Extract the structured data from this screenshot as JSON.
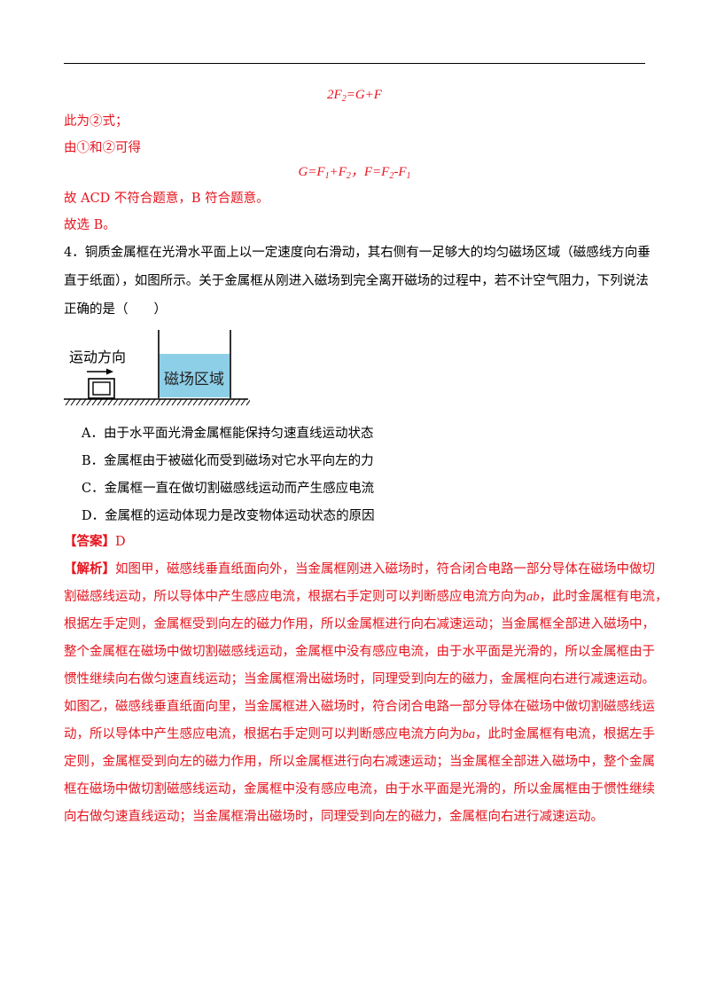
{
  "eq1": {
    "a": "2F",
    "s": "2",
    "b": "=G+F"
  },
  "l_eq2_label": "此为②式；",
  "l_from": "由①和②可得",
  "eq3": {
    "g": "G=F",
    "s1": "1",
    "p": "+F",
    "s2": "2",
    "sep": "，F=F",
    "s3": "2",
    "m": "-F",
    "s4": "1"
  },
  "l_acd": "故 ACD 不符合题意，B 符合题意。",
  "l_choose": "故选 B。",
  "question": {
    "line1": "4．铜质金属框在光滑水平面上以一定速度向右滑动，其右侧有一足够大的均匀磁场区域（磁感线方向垂",
    "line2": "直于纸面），如图所示。关于金属框从刚进入磁场到完全离开磁场的过程中，若不计空气阻力，下列说法",
    "line3": "正确的是（　　）"
  },
  "figure": {
    "motion_label": "运动方向",
    "field_label": "磁场区域",
    "field_color": "#8ecfe8"
  },
  "options": [
    "A．由于水平面光滑金属框能保持匀速直线运动状态",
    "B．金属框由于被磁化而受到磁场对它水平向左的力",
    "C．金属框一直在做切割磁感线运动而产生感应电流",
    "D．金属框的运动体现力是改变物体运动状态的原因"
  ],
  "answer": {
    "tag": "【答案】",
    "value": "D"
  },
  "analysis": {
    "tag": "【解析】",
    "l1": "如图甲，磁感线垂直纸面向外，当金属框刚进入磁场时，符合闭合电路一部分导体在磁场中做切",
    "l2a": "割磁感线运动，所以导体中产生感应电流，根据右手定则可以判断感应电流方向为",
    "l2v": "ab",
    "l2b": "，此时金属框有电流，",
    "l3": "根据左手定则，金属框受到向左的磁力作用，所以金属框进行向右减速运动；当金属框全部进入磁场中，",
    "l4": "整个金属框在磁场中做切割磁感线运动，金属框中没有感应电流，由于水平面是光滑的，所以金属框由于",
    "l5": "惯性继续向右做匀速直线运动；当金属框滑出磁场时，同理受到向左的磁力，金属框向右进行减速运动。",
    "l6": "如图乙，磁感线垂直纸面向里，当金属框进入磁场时，符合闭合电路一部分导体在磁场中做切割磁感线运",
    "l7a": "动，所以导体中产生感应电流，根据右手定则可以判断感应电流方向为",
    "l7v": "ba",
    "l7b": "，此时金属框有电流，根据左手",
    "l8": "定则，金属框受到向左的磁力作用，所以金属框进行向右减速运动；当金属框全部进入磁场中，整个金属",
    "l9": "框在磁场中做切割磁感线运动，金属框中没有感应电流，由于水平面是光滑的，所以金属框由于惯性继续",
    "l10": "向右做匀速直线运动；当金属框滑出磁场时，同理受到向左的磁力，金属框向右进行减速运动。"
  },
  "colors": {
    "answer_red": "#e6141e",
    "text": "#000000"
  }
}
